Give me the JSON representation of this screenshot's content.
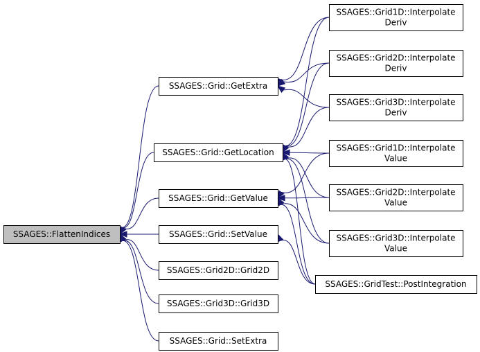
{
  "graph": {
    "edge_color": "#191970",
    "root_fill": "#bfbfbf",
    "node_fill": "#ffffff",
    "nodes": [
      {
        "id": "flatten",
        "lines": [
          "SSAGES::FlattenIndices"
        ]
      },
      {
        "id": "getextra",
        "lines": [
          "SSAGES::Grid::GetExtra"
        ]
      },
      {
        "id": "getlocation",
        "lines": [
          "SSAGES::Grid::GetLocation"
        ]
      },
      {
        "id": "getvalue",
        "lines": [
          "SSAGES::Grid::GetValue"
        ]
      },
      {
        "id": "setvalue",
        "lines": [
          "SSAGES::Grid::SetValue"
        ]
      },
      {
        "id": "grid2d",
        "lines": [
          "SSAGES::Grid2D::Grid2D"
        ]
      },
      {
        "id": "grid3d",
        "lines": [
          "SSAGES::Grid3D::Grid3D"
        ]
      },
      {
        "id": "setextra",
        "lines": [
          "SSAGES::Grid::SetExtra"
        ]
      },
      {
        "id": "g1deriv",
        "lines": [
          "SSAGES::Grid1D::Interpolate",
          "Deriv"
        ]
      },
      {
        "id": "g2deriv",
        "lines": [
          "SSAGES::Grid2D::Interpolate",
          "Deriv"
        ]
      },
      {
        "id": "g3deriv",
        "lines": [
          "SSAGES::Grid3D::Interpolate",
          "Deriv"
        ]
      },
      {
        "id": "g1value",
        "lines": [
          "SSAGES::Grid1D::Interpolate",
          "Value"
        ]
      },
      {
        "id": "g2value",
        "lines": [
          "SSAGES::Grid2D::Interpolate",
          "Value"
        ]
      },
      {
        "id": "g3value",
        "lines": [
          "SSAGES::Grid3D::Interpolate",
          "Value"
        ]
      },
      {
        "id": "postint",
        "lines": [
          "SSAGES::GridTest::PostIntegration"
        ]
      }
    ],
    "edges": [
      {
        "from": "getextra",
        "to": "flatten"
      },
      {
        "from": "getlocation",
        "to": "flatten"
      },
      {
        "from": "getvalue",
        "to": "flatten"
      },
      {
        "from": "setvalue",
        "to": "flatten"
      },
      {
        "from": "grid2d",
        "to": "flatten"
      },
      {
        "from": "grid3d",
        "to": "flatten"
      },
      {
        "from": "setextra",
        "to": "flatten"
      },
      {
        "from": "g1deriv",
        "to": "getextra"
      },
      {
        "from": "g2deriv",
        "to": "getextra"
      },
      {
        "from": "g3deriv",
        "to": "getextra"
      },
      {
        "from": "g1deriv",
        "to": "getlocation"
      },
      {
        "from": "g2deriv",
        "to": "getlocation"
      },
      {
        "from": "g3deriv",
        "to": "getlocation"
      },
      {
        "from": "g1value",
        "to": "getlocation"
      },
      {
        "from": "g2value",
        "to": "getlocation"
      },
      {
        "from": "g3value",
        "to": "getlocation"
      },
      {
        "from": "g1value",
        "to": "getvalue"
      },
      {
        "from": "g2value",
        "to": "getvalue"
      },
      {
        "from": "g3value",
        "to": "getvalue"
      },
      {
        "from": "postint",
        "to": "getlocation"
      },
      {
        "from": "postint",
        "to": "getvalue"
      },
      {
        "from": "postint",
        "to": "setvalue"
      }
    ]
  }
}
